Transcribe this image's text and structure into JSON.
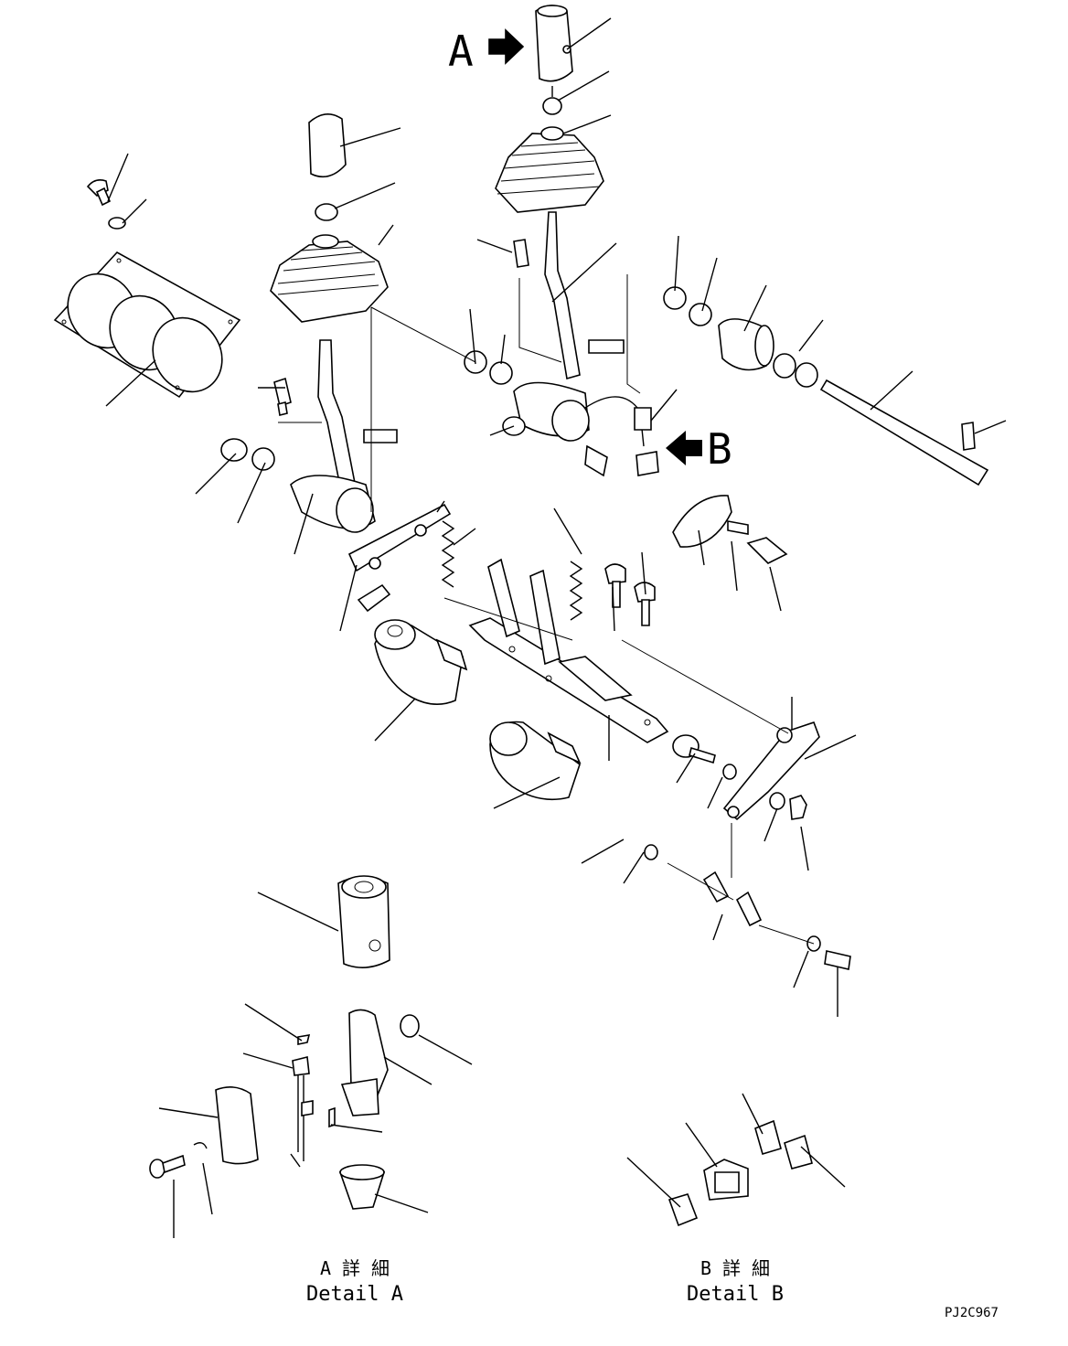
{
  "callouts": {
    "view_a": "A",
    "view_b": "B"
  },
  "details": {
    "a_jp": "A 詳 細",
    "a_en": "Detail A",
    "b_jp": "B 詳 細",
    "b_en": "Detail B"
  },
  "drawing_number": "PJ2C967"
}
